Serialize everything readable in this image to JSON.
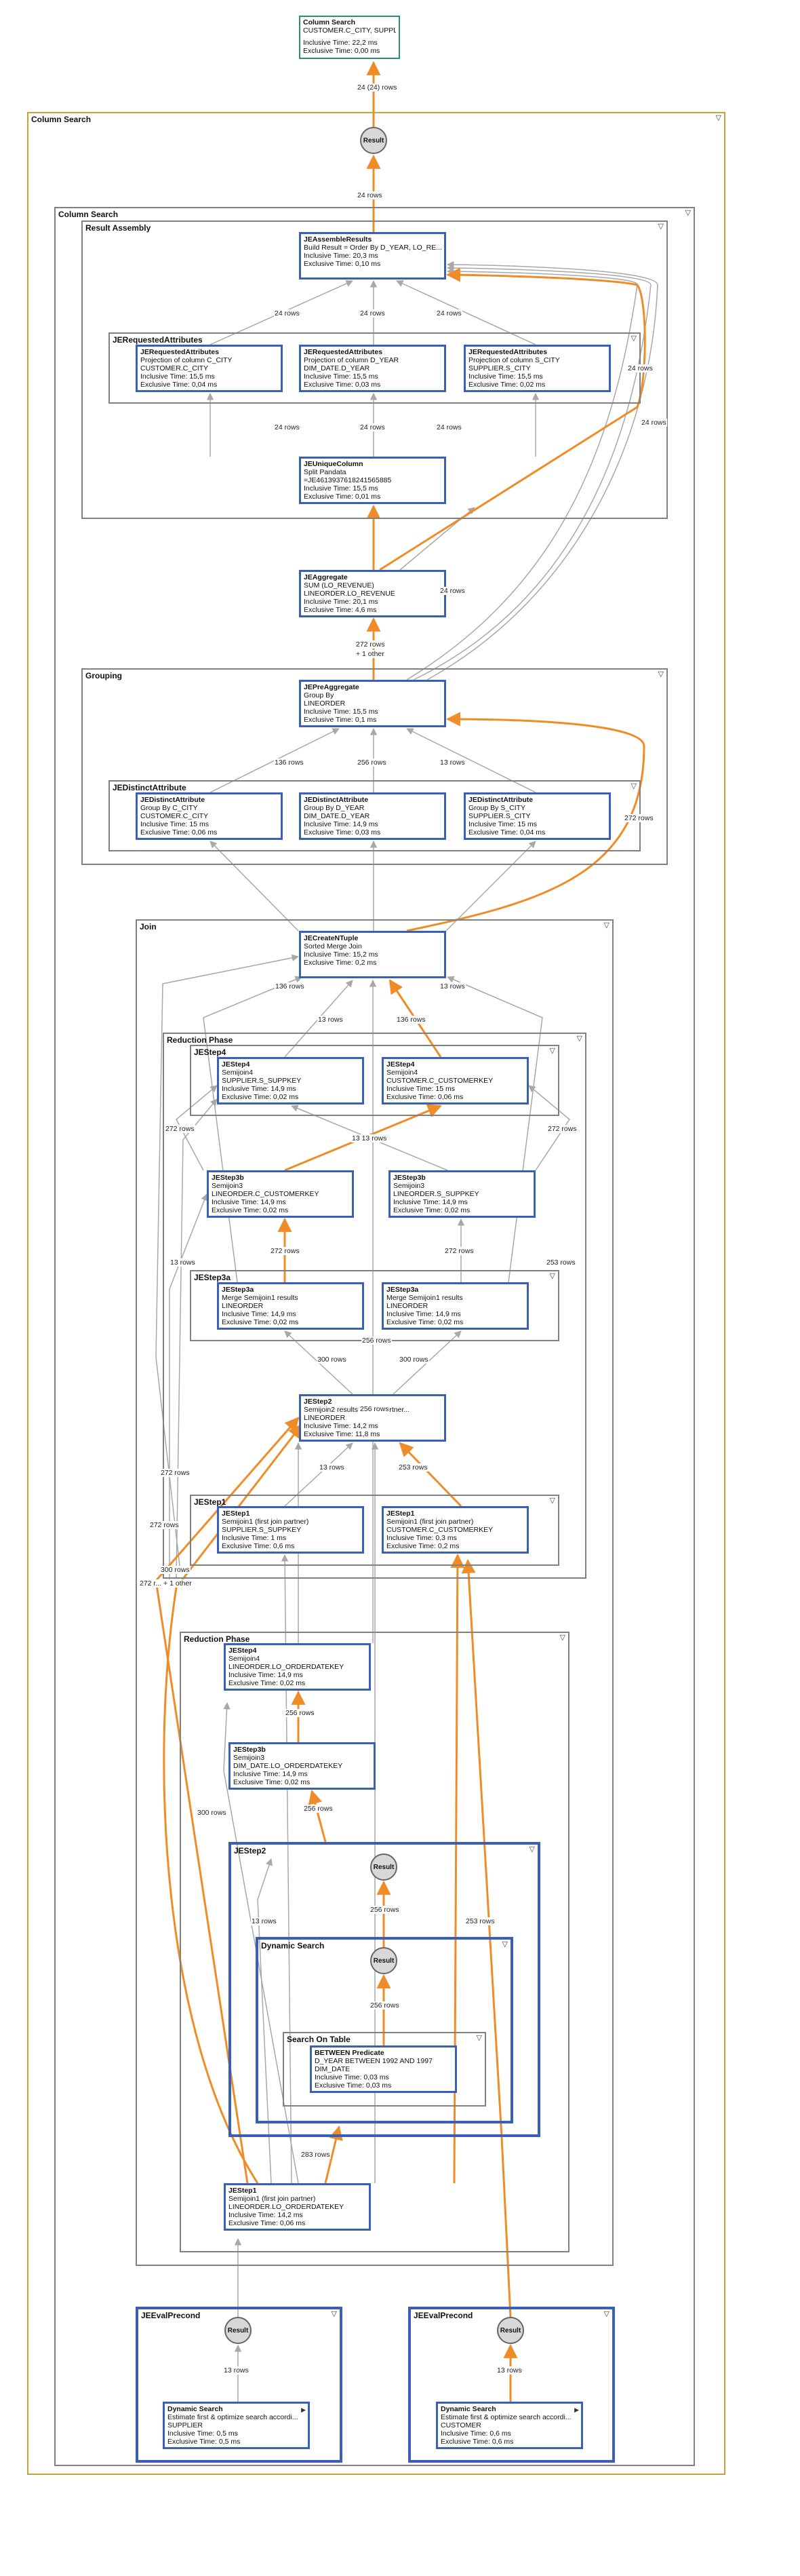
{
  "colors": {
    "flow": "#f08c28",
    "edge": "#a8a8a8",
    "node_border": "#3a5fb8",
    "root_border": "#2e8b7a",
    "outer_frame": "#c8a040",
    "frame": "#808080"
  },
  "icons": {
    "toggle": "triangle-down-icon",
    "expand": "triangle-right-icon"
  },
  "root": {
    "title": "Column Search",
    "lines": [
      "CUSTOMER.C_CITY, SUPPLIER.S_CITY, DI..."
    ],
    "inclusive": "Inclusive Time: 22,2 ms",
    "exclusive": "Exclusive Time: 0,00 ms"
  },
  "frames": {
    "outer": "Column Search",
    "inner": "Column Search",
    "assembly": "Result Assembly",
    "requested": "JERequestedAttributes",
    "grouping": "Grouping",
    "distinct": "JEDistinctAttribute",
    "join": "Join",
    "reduction1": "Reduction Phase",
    "step4_1": "JEStep4",
    "step3a_1": "JEStep3a",
    "step1_1": "JEStep1",
    "reduction2": "Reduction Phase",
    "jestep2": "JEStep2",
    "dynamic": "Dynamic Search",
    "sot": "Search On Table",
    "eval1": "JEEvalPrecond",
    "eval2": "JEEvalPrecond"
  },
  "nodes": {
    "assemble": {
      "title": "JEAssembleResults",
      "lines": [
        "Build Result = Order By D_YEAR, LO_RE..."
      ],
      "inclusive": "Inclusive Time: 20,3 ms",
      "exclusive": "Exclusive Time: 0,10 ms"
    },
    "req1": {
      "title": "JERequestedAttributes",
      "lines": [
        "Projection of column C_CITY",
        "CUSTOMER.C_CITY"
      ],
      "inclusive": "Inclusive Time: 15,5 ms",
      "exclusive": "Exclusive Time: 0,04 ms"
    },
    "req2": {
      "title": "JERequestedAttributes",
      "lines": [
        "Projection of column D_YEAR",
        "DIM_DATE.D_YEAR"
      ],
      "inclusive": "Inclusive Time: 15,5 ms",
      "exclusive": "Exclusive Time: 0,03 ms"
    },
    "req3": {
      "title": "JERequestedAttributes",
      "lines": [
        "Projection of column S_CITY",
        "SUPPLIER.S_CITY"
      ],
      "inclusive": "Inclusive Time: 15,5 ms",
      "exclusive": "Exclusive Time: 0,02 ms"
    },
    "unique": {
      "title": "JEUniqueColumn",
      "lines": [
        "Split Pandata",
        "=JE4613937618241565885"
      ],
      "inclusive": "Inclusive Time: 15,5 ms",
      "exclusive": "Exclusive Time: 0,01 ms"
    },
    "aggregate": {
      "title": "JEAggregate",
      "lines": [
        "SUM (LO_REVENUE)",
        "LINEORDER.LO_REVENUE"
      ],
      "inclusive": "Inclusive Time: 20,1 ms",
      "exclusive": "Exclusive Time: 4,6 ms"
    },
    "preagg": {
      "title": "JEPreAggregate",
      "lines": [
        "Group By",
        "LINEORDER"
      ],
      "inclusive": "Inclusive Time: 15,5 ms",
      "exclusive": "Exclusive Time: 0,1 ms"
    },
    "dist1": {
      "title": "JEDistinctAttribute",
      "lines": [
        "Group By C_CITY",
        "CUSTOMER.C_CITY"
      ],
      "inclusive": "Inclusive Time: 15 ms",
      "exclusive": "Exclusive Time: 0,06 ms"
    },
    "dist2": {
      "title": "JEDistinctAttribute",
      "lines": [
        "Group By D_YEAR",
        "DIM_DATE.D_YEAR"
      ],
      "inclusive": "Inclusive Time: 14,9 ms",
      "exclusive": "Exclusive Time: 0,03 ms"
    },
    "dist3": {
      "title": "JEDistinctAttribute",
      "lines": [
        "Group By S_CITY",
        "SUPPLIER.S_CITY"
      ],
      "inclusive": "Inclusive Time: 15 ms",
      "exclusive": "Exclusive Time: 0,04 ms"
    },
    "creatent": {
      "title": "JECreateNTuple",
      "lines": [
        "Sorted Merge Join"
      ],
      "inclusive": "Inclusive Time: 15,2 ms",
      "exclusive": "Exclusive Time: 0,2 ms"
    },
    "s4a": {
      "title": "JEStep4",
      "lines": [
        "Semijoin4",
        "SUPPLIER.S_SUPPKEY"
      ],
      "inclusive": "Inclusive Time: 14,9 ms",
      "exclusive": "Exclusive Time: 0,02 ms"
    },
    "s4b": {
      "title": "JEStep4",
      "lines": [
        "Semijoin4",
        "CUSTOMER.C_CUSTOMERKEY"
      ],
      "inclusive": "Inclusive Time: 15 ms",
      "exclusive": "Exclusive Time: 0,06 ms"
    },
    "s3ba": {
      "title": "JEStep3b",
      "lines": [
        "Semijoin3",
        "LINEORDER.C_CUSTOMERKEY"
      ],
      "inclusive": "Inclusive Time: 14,9 ms",
      "exclusive": "Exclusive Time: 0,02 ms"
    },
    "s3bb": {
      "title": "JEStep3b",
      "lines": [
        "Semijoin3",
        "LINEORDER.S_SUPPKEY"
      ],
      "inclusive": "Inclusive Time: 14,9 ms",
      "exclusive": "Exclusive Time: 0,02 ms"
    },
    "s3aa": {
      "title": "JEStep3a",
      "lines": [
        "Merge Semijoin1 results",
        "LINEORDER"
      ],
      "inclusive": "Inclusive Time: 14,9 ms",
      "exclusive": "Exclusive Time: 0,02 ms"
    },
    "s3ab": {
      "title": "JEStep3a",
      "lines": [
        "Merge Semijoin1 results",
        "LINEORDER"
      ],
      "inclusive": "Inclusive Time: 14,9 ms",
      "exclusive": "Exclusive Time: 0,02 ms"
    },
    "s2": {
      "title": "JEStep2",
      "lines": [
        "Semijoin2 results (+ join partner...",
        "LINEORDER"
      ],
      "inclusive": "Inclusive Time: 14,2 ms",
      "exclusive": "Exclusive Time: 11,8 ms"
    },
    "s1a": {
      "title": "JEStep1",
      "lines": [
        "Semijoin1 (first join partner)",
        "SUPPLIER.S_SUPPKEY"
      ],
      "inclusive": "Inclusive Time: 1 ms",
      "exclusive": "Exclusive Time: 0,6 ms"
    },
    "s1b": {
      "title": "JEStep1",
      "lines": [
        "Semijoin1 (first join partner)",
        "CUSTOMER.C_CUSTOMERKEY"
      ],
      "inclusive": "Inclusive Time: 0,3 ms",
      "exclusive": "Exclusive Time: 0,2 ms"
    },
    "r4": {
      "title": "JEStep4",
      "lines": [
        "Semijoin4",
        "LINEORDER.LO_ORDERDATEKEY"
      ],
      "inclusive": "Inclusive Time: 14,9 ms",
      "exclusive": "Exclusive Time: 0,02 ms"
    },
    "r3b": {
      "title": "JEStep3b",
      "lines": [
        "Semijoin3",
        "DIM_DATE.LO_ORDERDATEKEY"
      ],
      "inclusive": "Inclusive Time: 14,9 ms",
      "exclusive": "Exclusive Time: 0,02 ms"
    },
    "between": {
      "title": "BETWEEN Predicate",
      "lines": [
        "D_YEAR BETWEEN 1992 AND 1997",
        "DIM_DATE"
      ],
      "inclusive": "Inclusive Time: 0,03 ms",
      "exclusive": "Exclusive Time: 0,03 ms"
    },
    "r1": {
      "title": "JEStep1",
      "lines": [
        "Semijoin1 (first join partner)",
        "LINEORDER.LO_ORDERDATEKEY"
      ],
      "inclusive": "Inclusive Time: 14,2 ms",
      "exclusive": "Exclusive Time: 0,06 ms"
    },
    "dyn1": {
      "title": "Dynamic Search",
      "lines": [
        "Estimate first & optimize search accordi...",
        "SUPPLIER"
      ],
      "inclusive": "Inclusive Time: 0,5 ms",
      "exclusive": "Exclusive Time: 0,5 ms"
    },
    "dyn2": {
      "title": "Dynamic Search",
      "lines": [
        "Estimate first & optimize search accordi...",
        "CUSTOMER"
      ],
      "inclusive": "Inclusive Time: 0,6 ms",
      "exclusive": "Exclusive Time: 0,6 ms"
    }
  },
  "result_label": "Result",
  "labels": {
    "l_root": "24 (24) rows",
    "l_res1": "24 rows",
    "l_asm1": "24 rows",
    "l_asm2": "24 rows",
    "l_asm3": "24 rows",
    "l_asm4": "24 rows",
    "l_asm5": "24 rows",
    "l_uq1": "24 rows",
    "l_uq2": "24 rows",
    "l_uq3": "24 rows",
    "l_agg": "24 rows",
    "l_pre1": "272 rows",
    "l_pre2": "+ 1 other",
    "l_d1": "136 rows",
    "l_d2": "256 rows",
    "l_d3": "13 rows",
    "l_272r": "272 rows",
    "l_cn1": "136 rows",
    "l_cn2": "13 rows",
    "l_cn3": "13 rows",
    "l_cn4": "136 rows",
    "l_272a": "272 rows",
    "l_272b": "272 rows",
    "l_1313": "13 13 rows",
    "l_272c": "272 rows",
    "l_272d": "272 rows",
    "l_13a": "13 rows",
    "l_253a": "253 rows",
    "l_256a": "256 rows",
    "l_300a": "300 rows",
    "l_300b": "300 rows",
    "l_256b": "256 rows",
    "l_13b": "13 rows",
    "l_253b": "253 rows",
    "l_272e": "272 rows",
    "l_272f": "272 rows",
    "l_300c": "300 rows",
    "l_272g": "272 r... + 1 other",
    "l_256c": "256 rows",
    "l_256d": "256 rows",
    "l_300d": "300 rows",
    "l_256e": "256 rows",
    "l_256f": "256 rows",
    "l_13c": "13 rows",
    "l_253c": "253 rows",
    "l_283": "283 rows",
    "l_13d": "13 rows",
    "l_13e": "13 rows"
  }
}
